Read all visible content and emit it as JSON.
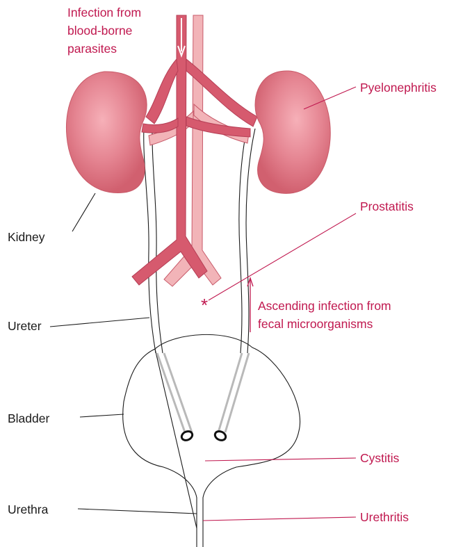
{
  "labels": {
    "infection_blood": [
      "Infection from",
      "blood-borne",
      "parasites"
    ],
    "pyelonephritis": "Pyelonephritis",
    "prostatitis": "Prostatitis",
    "kidney": "Kidney",
    "ascending": [
      "Ascending infection from",
      "fecal microorganisms"
    ],
    "ureter": "Ureter",
    "bladder": "Bladder",
    "cystitis": "Cystitis",
    "urethra": "Urethra",
    "urethritis": "Urethritis",
    "asterisk": "*"
  },
  "colors": {
    "accent_red": "#c0184f",
    "artery": "#d65a6e",
    "vein": "#f2b4b8",
    "kidney": "#e07c8a",
    "outline": "#1a1a1a",
    "ureter_inner": "#b9b9b9"
  }
}
